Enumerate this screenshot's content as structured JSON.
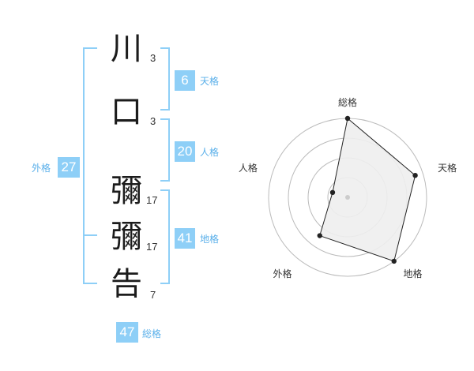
{
  "characters": [
    {
      "char": "川",
      "strokes": "3"
    },
    {
      "char": "口",
      "strokes": "3"
    },
    {
      "char": "彌",
      "strokes": "17"
    },
    {
      "char": "彌",
      "strokes": "17"
    },
    {
      "char": "告",
      "strokes": "7"
    }
  ],
  "kakusu": {
    "tenkaku": {
      "value": "6",
      "label": "天格"
    },
    "jinkaku": {
      "value": "20",
      "label": "人格"
    },
    "chikaku": {
      "value": "41",
      "label": "地格"
    },
    "gaikaku": {
      "value": "27",
      "label": "外格"
    },
    "soukaku": {
      "value": "47",
      "label": "総格"
    }
  },
  "colors": {
    "accent": "#8ecff7",
    "label": "#5bb0ea"
  },
  "chart_data": {
    "type": "radar",
    "axes": [
      "総格",
      "天格",
      "地格",
      "外格",
      "人格"
    ],
    "values": [
      1.0,
      0.9,
      1.0,
      0.6,
      0.2
    ],
    "range": [
      0,
      1
    ],
    "rings": 4,
    "grid": true
  }
}
